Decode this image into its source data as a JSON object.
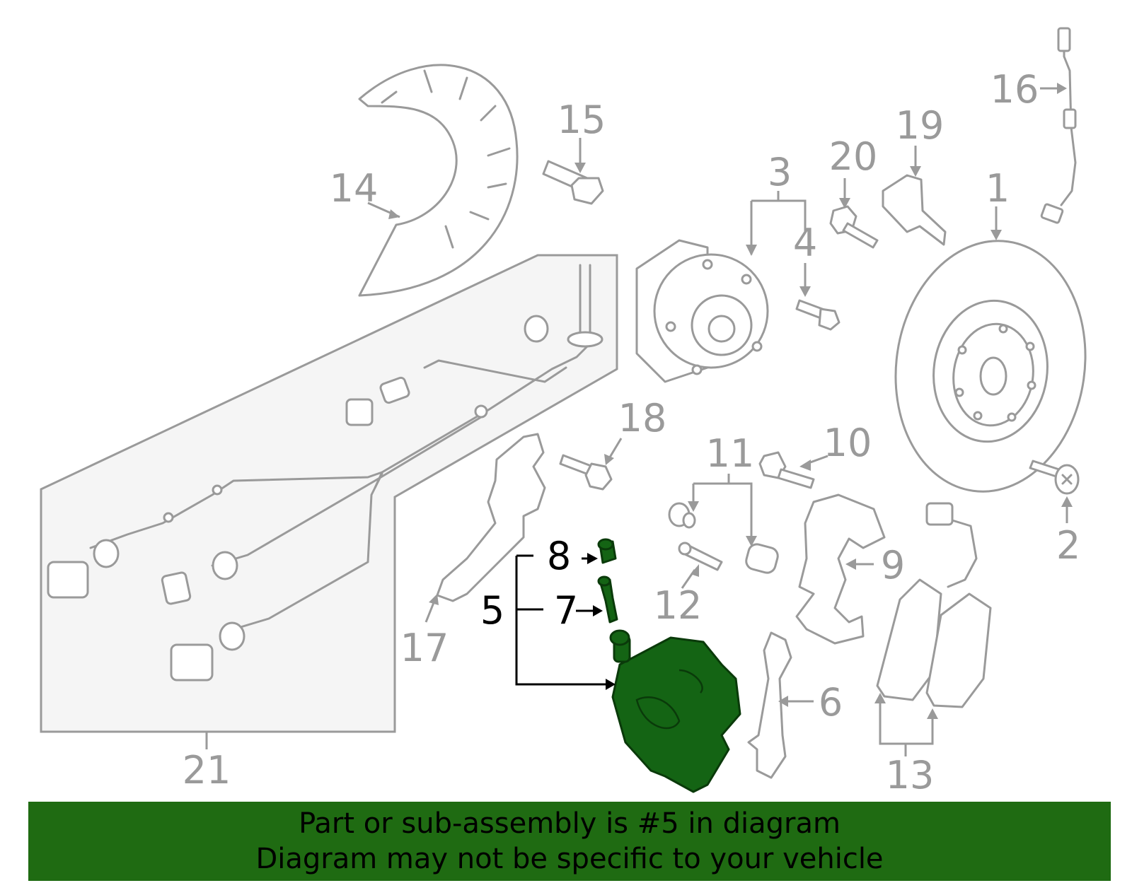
{
  "callouts": {
    "c1": "1",
    "c2": "2",
    "c3": "3",
    "c4": "4",
    "c5": "5",
    "c6": "6",
    "c7": "7",
    "c8": "8",
    "c9": "9",
    "c10": "10",
    "c11": "11",
    "c12": "12",
    "c13": "13",
    "c14": "14",
    "c15": "15",
    "c16": "16",
    "c17": "17",
    "c18": "18",
    "c19": "19",
    "c20": "20",
    "c21": "21"
  },
  "highlighted_part": "5",
  "colors": {
    "highlight_fill": "#146414",
    "banner_bg": "#1f6b12",
    "line_gray": "#9a9a9a"
  },
  "banner": {
    "line1": "Part or sub-assembly is #5 in diagram",
    "line2": "Diagram may not be specific to your vehicle"
  }
}
